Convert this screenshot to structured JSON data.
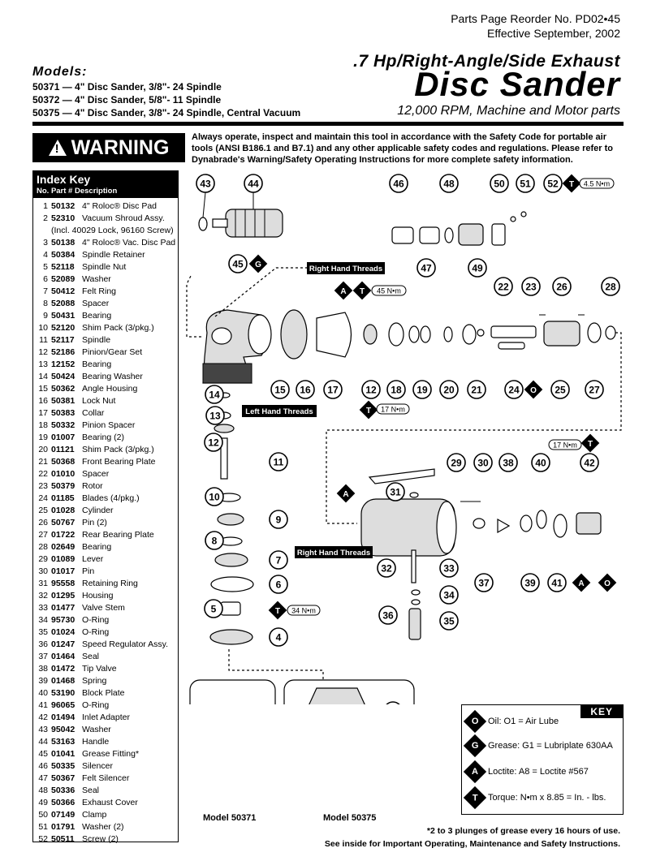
{
  "header": {
    "reorder": "Parts Page Reorder No. PD02•45",
    "effective": "Effective September, 2002",
    "subtitle": ".7 Hp/Right-Angle/Side Exhaust",
    "title": "Disc Sander",
    "rpm": "12,000 RPM, Machine and Motor parts"
  },
  "models": {
    "heading": "Models:",
    "lines": [
      "50371 — 4\" Disc Sander, 3/8\"- 24 Spindle",
      "50372 — 4\" Disc Sander, 5/8\"- 11 Spindle",
      "50375 — 4\" Disc Sander, 3/8\"- 24 Spindle, Central Vacuum"
    ]
  },
  "warning": {
    "label": "WARNING",
    "text": "Always operate, inspect and maintain this tool in accordance with the Safety Code for portable air tools (ANSI B186.1 and B7.1) and any other applicable safety codes and regulations. Please refer to Dynabrade's Warning/Safety Operating Instructions for more complete safety information."
  },
  "index": {
    "title": "Index Key",
    "columns": "No.  Part #   Description",
    "items": [
      {
        "n": "1",
        "p": "50132",
        "d": "4\" Roloc® Disc Pad"
      },
      {
        "n": "2",
        "p": "52310",
        "d": "Vacuum Shroud Assy."
      },
      {
        "n": "",
        "p": "",
        "d": "(Incl. 40029 Lock, 96160 Screw)"
      },
      {
        "n": "3",
        "p": "50138",
        "d": "4\" Roloc® Vac. Disc Pad"
      },
      {
        "n": "4",
        "p": "50384",
        "d": "Spindle Retainer"
      },
      {
        "n": "5",
        "p": "52118",
        "d": "Spindle Nut"
      },
      {
        "n": "6",
        "p": "52089",
        "d": "Washer"
      },
      {
        "n": "7",
        "p": "50412",
        "d": "Felt Ring"
      },
      {
        "n": "8",
        "p": "52088",
        "d": "Spacer"
      },
      {
        "n": "9",
        "p": "50431",
        "d": "Bearing"
      },
      {
        "n": "10",
        "p": "52120",
        "d": "Shim Pack (3/pkg.)"
      },
      {
        "n": "11",
        "p": "52117",
        "d": "Spindle"
      },
      {
        "n": "12",
        "p": "52186",
        "d": "Pinion/Gear Set"
      },
      {
        "n": "13",
        "p": "12152",
        "d": "Bearing"
      },
      {
        "n": "14",
        "p": "50424",
        "d": "Bearing Washer"
      },
      {
        "n": "15",
        "p": "50362",
        "d": "Angle Housing"
      },
      {
        "n": "16",
        "p": "50381",
        "d": "Lock Nut"
      },
      {
        "n": "17",
        "p": "50383",
        "d": "Collar"
      },
      {
        "n": "18",
        "p": "50332",
        "d": "Pinion Spacer"
      },
      {
        "n": "19",
        "p": "01007",
        "d": "Bearing (2)"
      },
      {
        "n": "20",
        "p": "01121",
        "d": "Shim Pack (3/pkg.)"
      },
      {
        "n": "21",
        "p": "50368",
        "d": "Front Bearing Plate"
      },
      {
        "n": "22",
        "p": "01010",
        "d": "Spacer"
      },
      {
        "n": "23",
        "p": "50379",
        "d": "Rotor"
      },
      {
        "n": "24",
        "p": "01185",
        "d": "Blades (4/pkg.)"
      },
      {
        "n": "25",
        "p": "01028",
        "d": "Cylinder"
      },
      {
        "n": "26",
        "p": "50767",
        "d": "Pin (2)"
      },
      {
        "n": "27",
        "p": "01722",
        "d": "Rear Bearing Plate"
      },
      {
        "n": "28",
        "p": "02649",
        "d": "Bearing"
      },
      {
        "n": "29",
        "p": "01089",
        "d": "Lever"
      },
      {
        "n": "30",
        "p": "01017",
        "d": "Pin"
      },
      {
        "n": "31",
        "p": "95558",
        "d": "Retaining Ring"
      },
      {
        "n": "32",
        "p": "01295",
        "d": "Housing"
      },
      {
        "n": "33",
        "p": "01477",
        "d": "Valve Stem"
      },
      {
        "n": "34",
        "p": "95730",
        "d": "O-Ring"
      },
      {
        "n": "35",
        "p": "01024",
        "d": "O-Ring"
      },
      {
        "n": "36",
        "p": "01247",
        "d": "Speed Regulator Assy."
      },
      {
        "n": "37",
        "p": "01464",
        "d": "Seal"
      },
      {
        "n": "38",
        "p": "01472",
        "d": "Tip Valve"
      },
      {
        "n": "39",
        "p": "01468",
        "d": "Spring"
      },
      {
        "n": "40",
        "p": "53190",
        "d": "Block Plate"
      },
      {
        "n": "41",
        "p": "96065",
        "d": "O-Ring"
      },
      {
        "n": "42",
        "p": "01494",
        "d": "Inlet Adapter"
      },
      {
        "n": "43",
        "p": "95042",
        "d": "Washer"
      },
      {
        "n": "44",
        "p": "53163",
        "d": "Handle"
      },
      {
        "n": "45",
        "p": "01041",
        "d": "Grease Fitting*"
      },
      {
        "n": "46",
        "p": "50335",
        "d": "Silencer"
      },
      {
        "n": "47",
        "p": "50367",
        "d": "Felt Silencer"
      },
      {
        "n": "48",
        "p": "50336",
        "d": "Seal"
      },
      {
        "n": "49",
        "p": "50366",
        "d": "Exhaust Cover"
      },
      {
        "n": "50",
        "p": "07149",
        "d": "Clamp"
      },
      {
        "n": "51",
        "p": "01791",
        "d": "Washer (2)"
      },
      {
        "n": "52",
        "p": "50511",
        "d": "Screw (2)"
      }
    ]
  },
  "diagram": {
    "labels": {
      "rh_threads": "Right Hand Threads",
      "lh_threads": "Left Hand Threads",
      "rh_threads2": "Right Hand Threads",
      "model1": "Model 50371",
      "model2": "Model 50375"
    },
    "torques": {
      "t1": "4.5 N•m",
      "t2": "45 N•m",
      "t3": "17 N•m",
      "t4": "17 N•m",
      "t5": "34 N•m"
    }
  },
  "key": {
    "title": "KEY",
    "rows": [
      {
        "sym": "O",
        "text": "Oil:  O1 = Air Lube"
      },
      {
        "sym": "G",
        "text": "Grease:  G1 = Lubriplate 630AA"
      },
      {
        "sym": "A",
        "text": "Loctite:  A8 = Loctite  #567"
      },
      {
        "sym": "T",
        "text": "Torque:  N•m x 8.85 = In. - lbs."
      }
    ]
  },
  "footer": {
    "line1": "*2 to 3 plunges of grease every 16 hours of use.",
    "line2": "See inside for Important Operating, Maintenance and Safety Instructions."
  }
}
